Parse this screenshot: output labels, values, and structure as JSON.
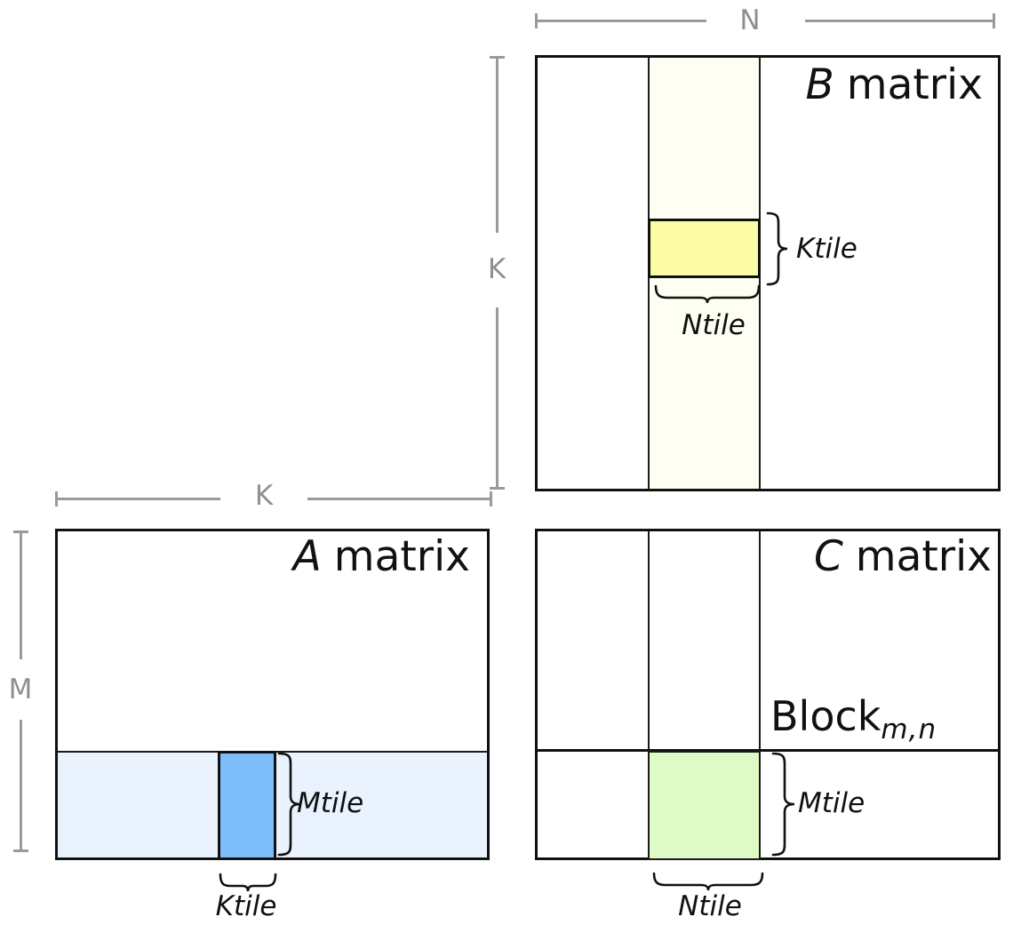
{
  "colors": {
    "matrix_border": "#111111",
    "dimension_line": "#9a9a9a",
    "b_band": "#FEFEF2",
    "b_tile": "#FCFCA6",
    "a_band": "#E9F2FD",
    "a_tile": "#7EBDFC",
    "c_tile": "#DEFBC5"
  },
  "dimensions": {
    "n_label": "N",
    "k_vertical_label": "K",
    "k_horizontal_label": "K",
    "m_label": "M"
  },
  "matrices": {
    "b": {
      "letter": "B",
      "word": "matrix",
      "ktile_label": "Ktile",
      "ntile_label": "Ntile"
    },
    "a": {
      "letter": "A",
      "word": "matrix",
      "mtile_label": "Mtile",
      "ktile_label": "Ktile"
    },
    "c": {
      "letter": "C",
      "word": "matrix",
      "block_label": "Block",
      "block_subscript": "m,n",
      "mtile_label": "Mtile",
      "ntile_label": "Ntile"
    }
  }
}
